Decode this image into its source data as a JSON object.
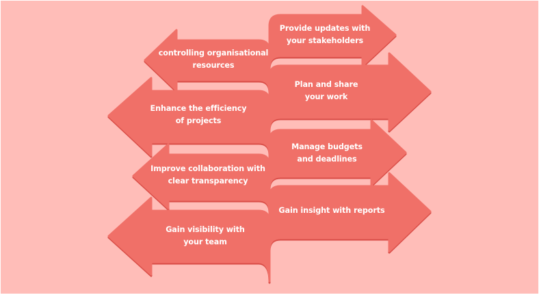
{
  "colors": {
    "background": "#ffbdb8",
    "arrow_fill": "#f07068",
    "arrow_shadow": "#d94e46",
    "text": "#ffffff"
  },
  "diagram": {
    "type": "bidirectional-arrow-tree",
    "left_arrows": [
      {
        "id": "controlling",
        "line1": "controlling organisational",
        "line2": "resources"
      },
      {
        "id": "enhance",
        "line1": "Enhance the efficiency",
        "line2": "of projects"
      },
      {
        "id": "improve",
        "line1": "Improve collaboration with",
        "line2": "clear transparency"
      },
      {
        "id": "visibility",
        "line1": "Gain visibility with",
        "line2": "your team"
      }
    ],
    "right_arrows": [
      {
        "id": "updates",
        "line1": "Provide updates with",
        "line2": "your stakeholders"
      },
      {
        "id": "plan",
        "line1": "Plan and share",
        "line2": "your work"
      },
      {
        "id": "budgets",
        "line1": "Manage budgets",
        "line2": "and deadlines"
      },
      {
        "id": "insight",
        "line1": "Gain insight with reports",
        "line2": ""
      }
    ]
  }
}
